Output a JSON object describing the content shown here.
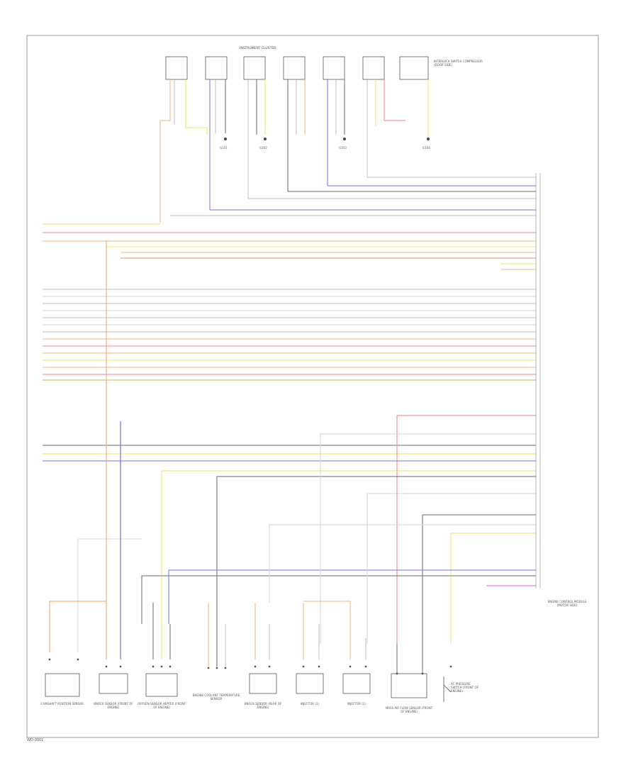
{
  "diagram": {
    "top_connector_title": "INSTRUMENT CLUSTER",
    "module_label": "ENGINE CONTROL MODULE (MOTOR SIDE)",
    "interlock_label": "INTERLOCK SWITCH COMPRESSOR (DOOR SIDE)",
    "footer": "WD-0001",
    "colors": {
      "red": "#f08080",
      "orange": "#f4b27a",
      "yellow": "#f0e060",
      "blue": "#7070f0",
      "gray": "#bdbdbd",
      "dark": "#6a6a6a",
      "pink": "#e060e0"
    },
    "components": [
      {
        "name": "CAMSHAFT POSITION SENSOR"
      },
      {
        "name": "KNOCK SENSOR (FRONT OF ENGINE)"
      },
      {
        "name": "OXYGEN SENSOR HEATER (FRONT OF ENGINE)"
      },
      {
        "name": "ENGINE COOLANT TEMPERATURE SENSOR"
      },
      {
        "name": "KNOCK SENSOR (REAR OF ENGINE)"
      },
      {
        "name": "INJECTOR (1)"
      },
      {
        "name": "INJECTOR (2)"
      },
      {
        "name": "MASS AIR FLOW SENSOR (FRONT OF ENGINE)"
      },
      {
        "name": "AC PRESSURE SWITCH (FRONT OF ENGINE)"
      }
    ],
    "ground_labels": [
      "G101",
      "G102",
      "G103",
      "G104"
    ]
  }
}
